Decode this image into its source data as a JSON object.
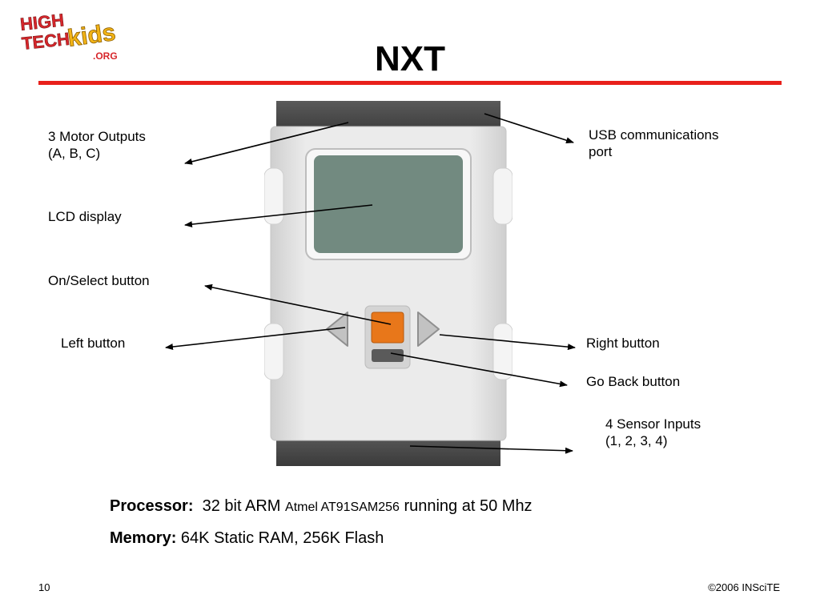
{
  "logo": {
    "line1": "HIGH",
    "line2": "TECH",
    "line3": "kids",
    "line4": ".ORG"
  },
  "title": "NXT",
  "labels": {
    "motor_line1": "3 Motor Outputs",
    "motor_line2": "(A, B, C)",
    "usb_line1": "USB  communications",
    "usb_line2": "port",
    "lcd": "LCD display",
    "on_select": "On/Select button",
    "left": "Left button",
    "right": "Right button",
    "go_back": "Go Back button",
    "sensor_line1": "4 Sensor Inputs",
    "sensor_line2": "(1, 2, 3, 4)"
  },
  "specs": {
    "processor_label": "Processor:",
    "processor_value_a": "32 bit ARM ",
    "processor_value_b": "Atmel AT91SAM256",
    "processor_value_c": " running at 50 Mhz",
    "memory_label": "Memory:",
    "memory_value": "64K Static RAM, 256K Flash"
  },
  "footer": {
    "page_number": "10",
    "copyright": "©2006 INSciTE"
  },
  "colors": {
    "accent_rule": "#e8201b",
    "select_button": "#e8771a",
    "lcd_screen": "#728a80",
    "device_body": "#e4e4e4",
    "device_port_band": "#4a4a4a"
  }
}
